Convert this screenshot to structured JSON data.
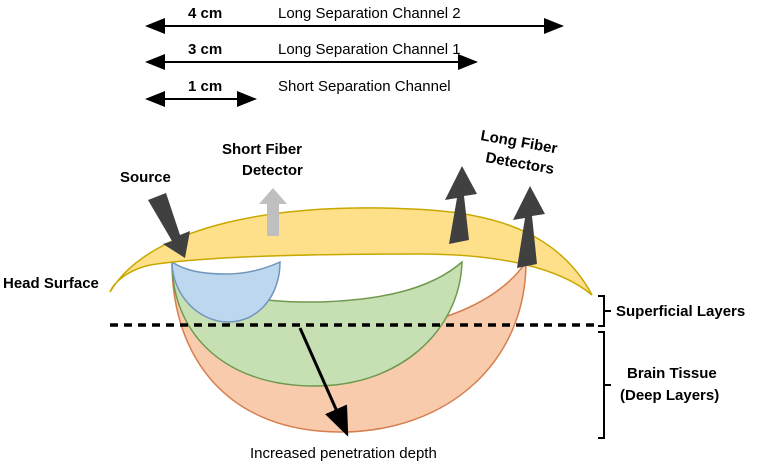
{
  "separations": [
    {
      "distance": "4 cm",
      "label": "Long Separation Channel 2"
    },
    {
      "distance": "3 cm",
      "label": "Long Separation Channel 1"
    },
    {
      "distance": "1 cm",
      "label": "Short Separation Channel"
    }
  ],
  "labels": {
    "source": "Source",
    "short_fiber_line1": "Short Fiber",
    "short_fiber_line2": "Detector",
    "long_fiber_line1": "Long Fiber",
    "long_fiber_line2": "Detectors",
    "head_surface": "Head Surface",
    "superficial_layers": "Superficial Layers",
    "brain_tissue_line1": "Brain Tissue",
    "brain_tissue_line2": "(Deep Layers)",
    "penetration": "Increased penetration depth"
  },
  "colors": {
    "head_surface": "#ffe08a",
    "head_surface_stroke": "#c8a800",
    "short_path": "#bdd7ee",
    "short_path_stroke": "#6f95bd",
    "mid_path": "#c6e0b4",
    "mid_path_stroke": "#6f9a4e",
    "deep_path": "#f8cbad",
    "deep_path_stroke": "#d57f4e",
    "dark_arrow": "#404040",
    "light_arrow": "#bfbfbf",
    "line": "#000000"
  }
}
